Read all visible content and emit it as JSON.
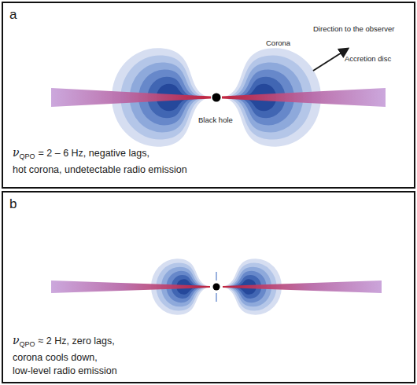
{
  "diagram": {
    "nodes": [
      {
        "text": [
          "a",
          "ν",
          "QPO",
          "= 2 – 6 Hz, negative lags,",
          "hot corona, undetectable radio emission"
        ]
      },
      {
        "text": [
          "b",
          "ν",
          "QPO",
          "≈ 2 Hz, zero lags,",
          "corona cools down,",
          "low-level radio emission"
        ]
      }
    ],
    "labels": [
      "Direction to the observer",
      "Corona",
      "Accretion disc",
      "Black hole"
    ]
  }
}
